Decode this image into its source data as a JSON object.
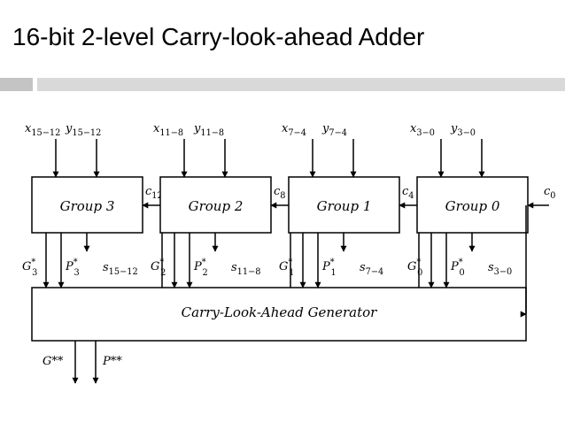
{
  "slide": {
    "title": "16-bit 2-level Carry-look-ahead Adder"
  },
  "groups": [
    {
      "name": "Group 3",
      "x_in": "x",
      "x_sub": "15−12",
      "y_in": "y",
      "y_sub": "15−12",
      "carry_in": "c",
      "carry_sub": "12",
      "g_base": "G",
      "g_sub": "3",
      "p_base": "P",
      "p_sub": "3",
      "s_base": "s",
      "s_sub": "15−12"
    },
    {
      "name": "Group 2",
      "x_in": "x",
      "x_sub": "11−8",
      "y_in": "y",
      "y_sub": "11−8",
      "carry_in": "c",
      "carry_sub": "8",
      "g_base": "G",
      "g_sub": "2",
      "p_base": "P",
      "p_sub": "2",
      "s_base": "s",
      "s_sub": "11−8"
    },
    {
      "name": "Group 1",
      "x_in": "x",
      "x_sub": "7−4",
      "y_in": "y",
      "y_sub": "7−4",
      "carry_in": "c",
      "carry_sub": "4",
      "g_base": "G",
      "g_sub": "1",
      "p_base": "P",
      "p_sub": "1",
      "s_base": "s",
      "s_sub": "7−4"
    },
    {
      "name": "Group 0",
      "x_in": "x",
      "x_sub": "3−0",
      "y_in": "y",
      "y_sub": "3−0",
      "carry_in": "c",
      "carry_sub": "0",
      "g_base": "G",
      "g_sub": "0",
      "p_base": "P",
      "p_sub": "0",
      "s_base": "s",
      "s_sub": "3−0"
    }
  ],
  "star": "*",
  "generator": {
    "name": "Carry-Look-Ahead Generator"
  },
  "outputs": {
    "g_label": "G**",
    "p_label": "P**"
  }
}
